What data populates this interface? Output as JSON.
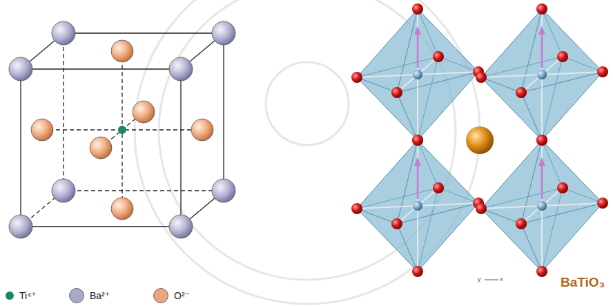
{
  "diagram": {
    "labels": [
      "BaTiO₃",
      "y",
      "x"
    ],
    "legend": [
      {
        "text": "Ti⁴⁺",
        "color": "#1a8a5a"
      },
      {
        "text": "Ba²⁺",
        "color": "#a9a9cc"
      },
      {
        "text": "O²⁻",
        "color": "#eea57c"
      }
    ]
  }
}
